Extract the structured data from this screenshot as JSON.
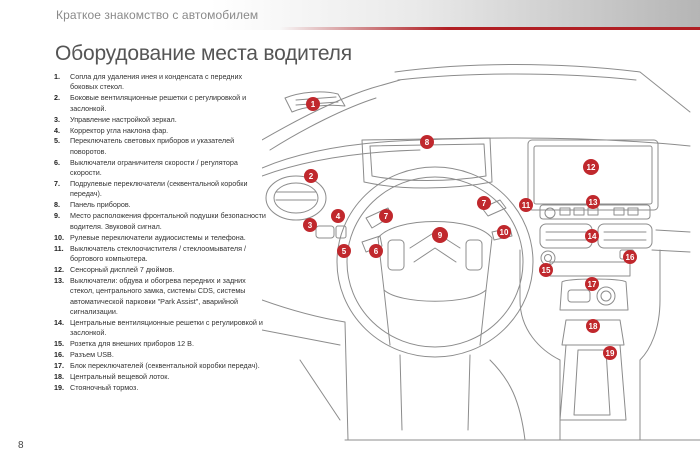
{
  "header": {
    "section_title": "Краткое знакомство с автомобилем"
  },
  "page": {
    "title": "Оборудование места водителя",
    "number": "8"
  },
  "legend": [
    {
      "num": "1.",
      "text": "Сопла для удаления инея и конденсата с передних боковых стекол."
    },
    {
      "num": "2.",
      "text": "Боковые вентиляционные решетки с регулировкой и заслонкой."
    },
    {
      "num": "3.",
      "text": "Управление настройкой зеркал."
    },
    {
      "num": "4.",
      "text": "Корректор угла наклона фар."
    },
    {
      "num": "5.",
      "text": "Переключатель световых приборов и указателей поворотов."
    },
    {
      "num": "6.",
      "text": "Выключатели ограничителя скорости / регулятора скорости."
    },
    {
      "num": "7.",
      "text": "Подрулевые переключатели (секвентальной коробки передач)."
    },
    {
      "num": "8.",
      "text": "Панель приборов."
    },
    {
      "num": "9.",
      "text": "Место расположения фронтальной подушки безопасности водителя. Звуковой сигнал."
    },
    {
      "num": "10.",
      "text": "Рулевые переключатели аудиосистемы и телефона."
    },
    {
      "num": "11.",
      "text": "Выключатель стеклоочистителя / стеклоомывателя / бортового компьютера."
    },
    {
      "num": "12.",
      "text": "Сенсорный дисплей 7 дюймов."
    },
    {
      "num": "13.",
      "text": "Выключатели: обдува и обогрева передних и задних стекол, центрального замка, системы CDS, системы автоматической парковки \"Park Assist\", аварийной сигнализации."
    },
    {
      "num": "14.",
      "text": "Центральные вентиляционные решетки с регулировкой и заслонкой."
    },
    {
      "num": "15.",
      "text": "Розетка для внешних приборов 12 В."
    },
    {
      "num": "16.",
      "text": "Разъем USB."
    },
    {
      "num": "17.",
      "text": "Блок переключателей (секвентальной коробки передач)."
    },
    {
      "num": "18.",
      "text": "Центральный вещевой лоток."
    },
    {
      "num": "19.",
      "text": "Стояночный тормоз."
    }
  ],
  "markers": [
    "1",
    "2",
    "3",
    "4",
    "5",
    "6",
    "7",
    "8",
    "9",
    "10",
    "11",
    "12",
    "13",
    "14",
    "15",
    "16",
    "17",
    "18",
    "19"
  ],
  "colors": {
    "marker_red": "#c0282d",
    "accent_line": "#b11f24",
    "line_art": "#8c8c8c"
  }
}
